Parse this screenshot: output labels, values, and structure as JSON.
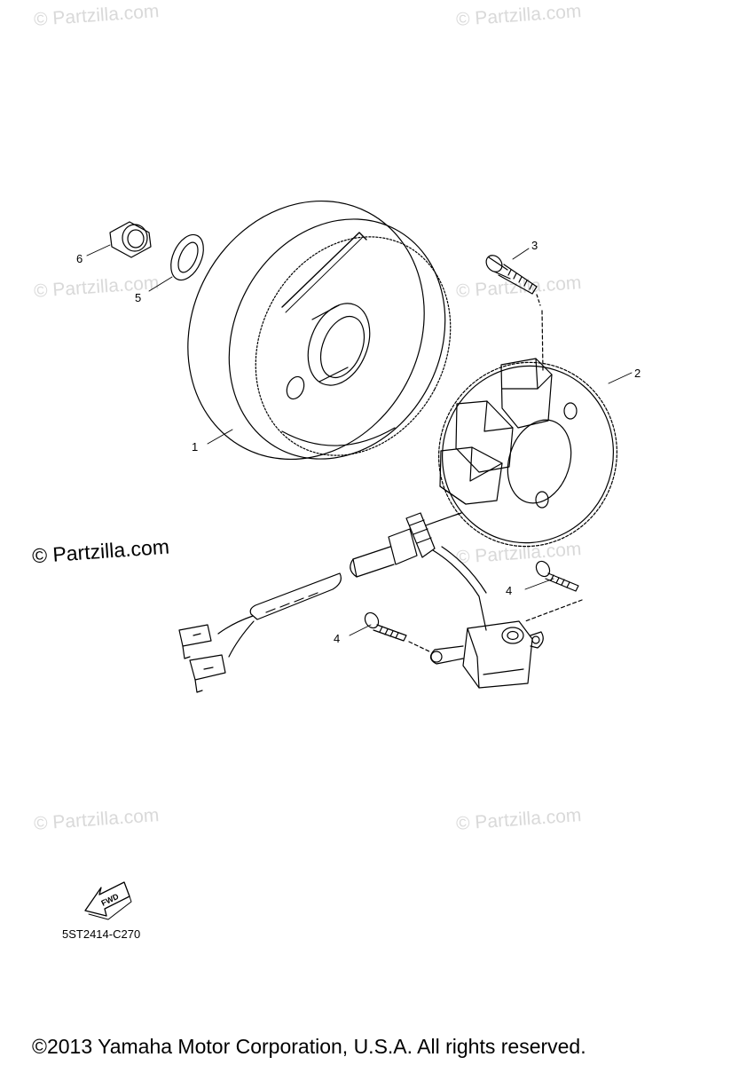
{
  "watermark": "© Partzilla.com",
  "watermark_main": "© Partzilla.com",
  "callouts": [
    "1",
    "2",
    "3",
    "4",
    "4",
    "5",
    "6"
  ],
  "fwd_label": "FWD",
  "diagram_code": "5ST2414-C270",
  "copyright": "©2013  Yamaha Motor Corporation, U.S.A. All rights reserved.",
  "colors": {
    "ink": "#000000",
    "watermark": "#d9d9d9"
  }
}
